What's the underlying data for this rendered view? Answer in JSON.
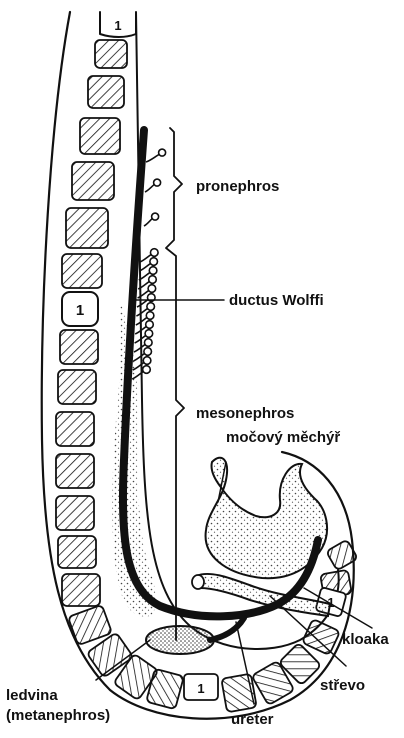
{
  "labels": {
    "pronephros": "pronephros",
    "ductus_wolffi": "ductus Wolffi",
    "mesonephros": "mesonephros",
    "mocovy_mechyr": "močový měchýř",
    "kloaka": "kloaka",
    "strevo": "střevo",
    "ledvina_line1": "ledvina",
    "ledvina_line2": "(metanephros)",
    "ureter": "ureter"
  },
  "segment_markers": {
    "top": "1",
    "middle": "1",
    "cloaca": "1",
    "bottom": "1"
  },
  "colors": {
    "ink": "#111111",
    "background": "#ffffff",
    "stipple": "#555555"
  }
}
